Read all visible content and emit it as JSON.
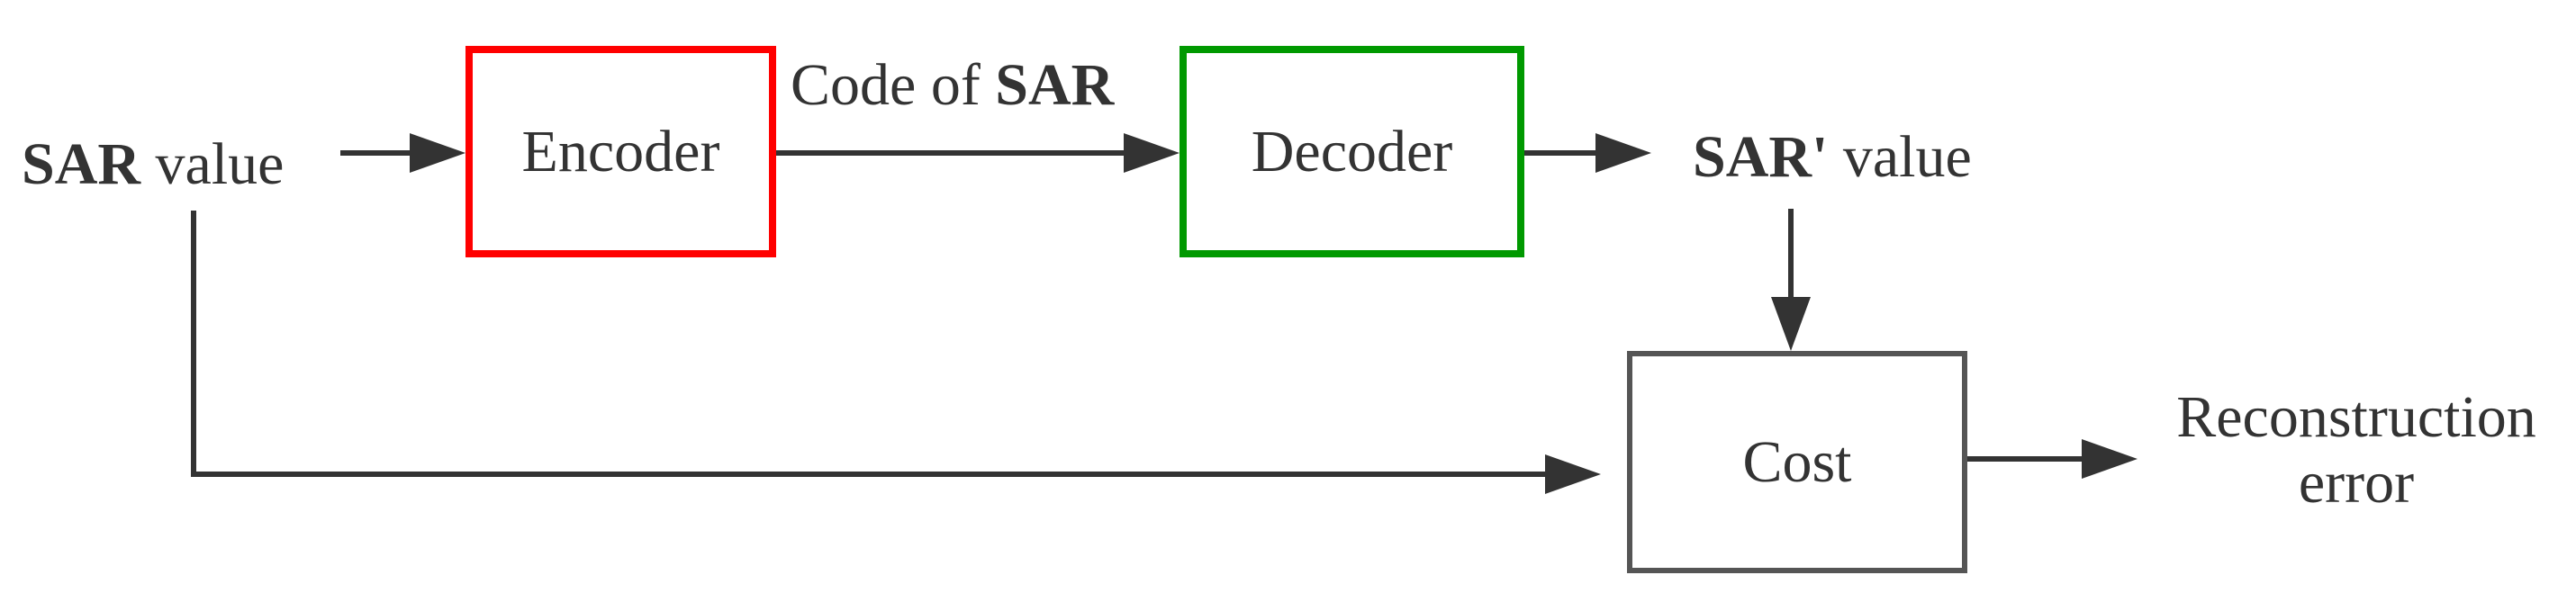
{
  "nodes": {
    "encoder": {
      "label": "Encoder",
      "border_color": "#ff0000"
    },
    "decoder": {
      "label": "Decoder",
      "border_color": "#009900"
    },
    "cost": {
      "label": "Cost",
      "border_color": "#555555"
    }
  },
  "labels": {
    "input_bold": "SAR",
    "input_rest": " value",
    "code_prefix": "Code of ",
    "code_bold": "SAR",
    "output_bold": "SAR'",
    "output_rest": " value",
    "result_line1": "Reconstruction",
    "result_line2": "error"
  },
  "edge_color": "#333333"
}
